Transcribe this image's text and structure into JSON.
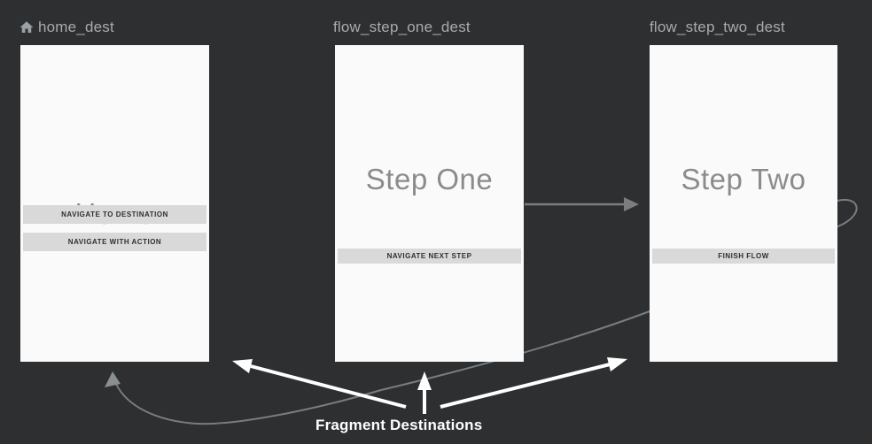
{
  "editor": {
    "type": "navigation-graph",
    "background_color": "#2d2f31"
  },
  "colors": {
    "card_background": "#fafafa",
    "preview_button_background": "#d9d9d9",
    "preview_button_text": "#2f2f2f",
    "preview_title_text": "#8b8b8b",
    "destination_label_text": "#a8abad",
    "action_arrow": "#7d7d7d",
    "loopback_arrow": "#787d81",
    "annotation": "#ffffff"
  },
  "destinations": [
    {
      "label": "home_dest",
      "icon": "home-icon",
      "title": "Home",
      "buttons": [
        "NAVIGATE TO DESTINATION",
        "NAVIGATE WITH ACTION"
      ]
    },
    {
      "label": "flow_step_one_dest",
      "title": "Step One",
      "buttons": [
        "NAVIGATE NEXT STEP"
      ]
    },
    {
      "label": "flow_step_two_dest",
      "title": "Step Two",
      "buttons": [
        "FINISH FLOW"
      ]
    }
  ],
  "actions": [
    {
      "name": "step_one_to_step_two"
    },
    {
      "name": "step_two_loop_back_to_home"
    }
  ],
  "annotation": {
    "label": "Fragment Destinations"
  }
}
